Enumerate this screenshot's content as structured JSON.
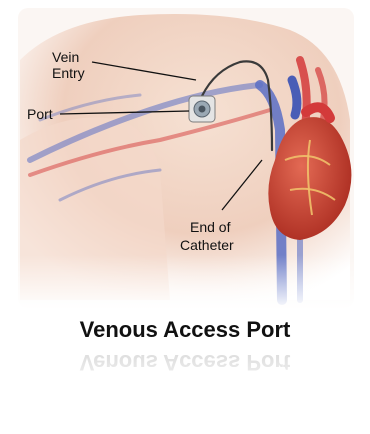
{
  "diagram": {
    "labels": {
      "vein_entry_line1": "Vein",
      "vein_entry_line2": "Entry",
      "port": "Port",
      "end_catheter_line1": "End of",
      "end_catheter_line2": "Catheter"
    },
    "title": "Venous Access Port"
  },
  "colors": {
    "skin": "#f1d4c2",
    "vein": "#5b6fc4",
    "artery": "#d33a3a",
    "heart": "#c83a2d",
    "catheter": "#3a3a3a"
  }
}
